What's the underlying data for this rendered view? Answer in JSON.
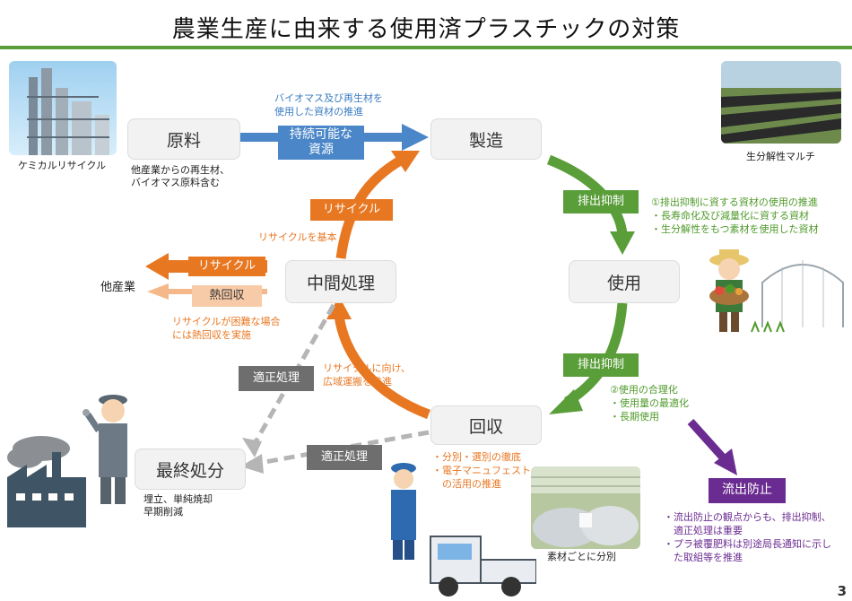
{
  "title": "農業生産に由来する使用済プラスチックの対策",
  "nodes": {
    "raw": "原料",
    "manufacture": "製造",
    "use": "使用",
    "collect": "回収",
    "intermediate": "中間処理",
    "final": "最終処分"
  },
  "labels": {
    "chemical_recycle": "ケミカルリサイクル",
    "raw_note_1": "他産業からの再生材、",
    "raw_note_2": "バイオマス原料含む",
    "biomass_note_1": "バイオマス及び再生材を",
    "biomass_note_2": "使用した資材の推進",
    "sustainable_1": "持続可能な",
    "sustainable_2": "資源",
    "biodeg_mulch": "生分解性マルチ",
    "recycle_tag": "リサイクル",
    "recycle_basic": "リサイクルを基本",
    "other_industry": "他産業",
    "recycle_tag_2": "リサイクル",
    "heat_recovery": "熱回収",
    "heat_note_1": "リサイクルが困難な場合",
    "heat_note_2": "には熱回収を実施",
    "proper_1": "適正処理",
    "proper_2": "適正処理",
    "wide_area_1": "リサイクルに向け、",
    "wide_area_2": "広域運搬を推進",
    "landfill_1": "埋立、単純焼却",
    "landfill_2": "早期削減",
    "sort_1": "・分別・選別の徹底",
    "sort_2": "・電子マニュフェスト",
    "sort_3": "　の活用の推進",
    "per_material": "素材ごとに分別",
    "suppress_1": "排出抑制",
    "suppress_2": "排出抑制",
    "suppress_note_1": "①排出抑制に資する資材の使用の推進",
    "suppress_note_2": "・長寿命化及び減量化に資する資材",
    "suppress_note_3": "・生分解性をもつ素材を使用した資材",
    "use_note_1": "②使用の合理化",
    "use_note_2": "・使用量の最適化",
    "use_note_3": "・長期使用",
    "outflow": "流出防止",
    "outflow_note_1": "・流出防止の観点からも、排出抑制、",
    "outflow_note_2": "　適正処理は重要",
    "outflow_note_3": "・プラ被覆肥料は別途局長通知に示し",
    "outflow_note_4": "　た取組等を推進",
    "page": "3"
  },
  "colors": {
    "green": "#5a9e3a",
    "orange": "#e87722",
    "blue": "#4a86c8",
    "gray": "#6e6e6e",
    "purple": "#6b2c91"
  }
}
